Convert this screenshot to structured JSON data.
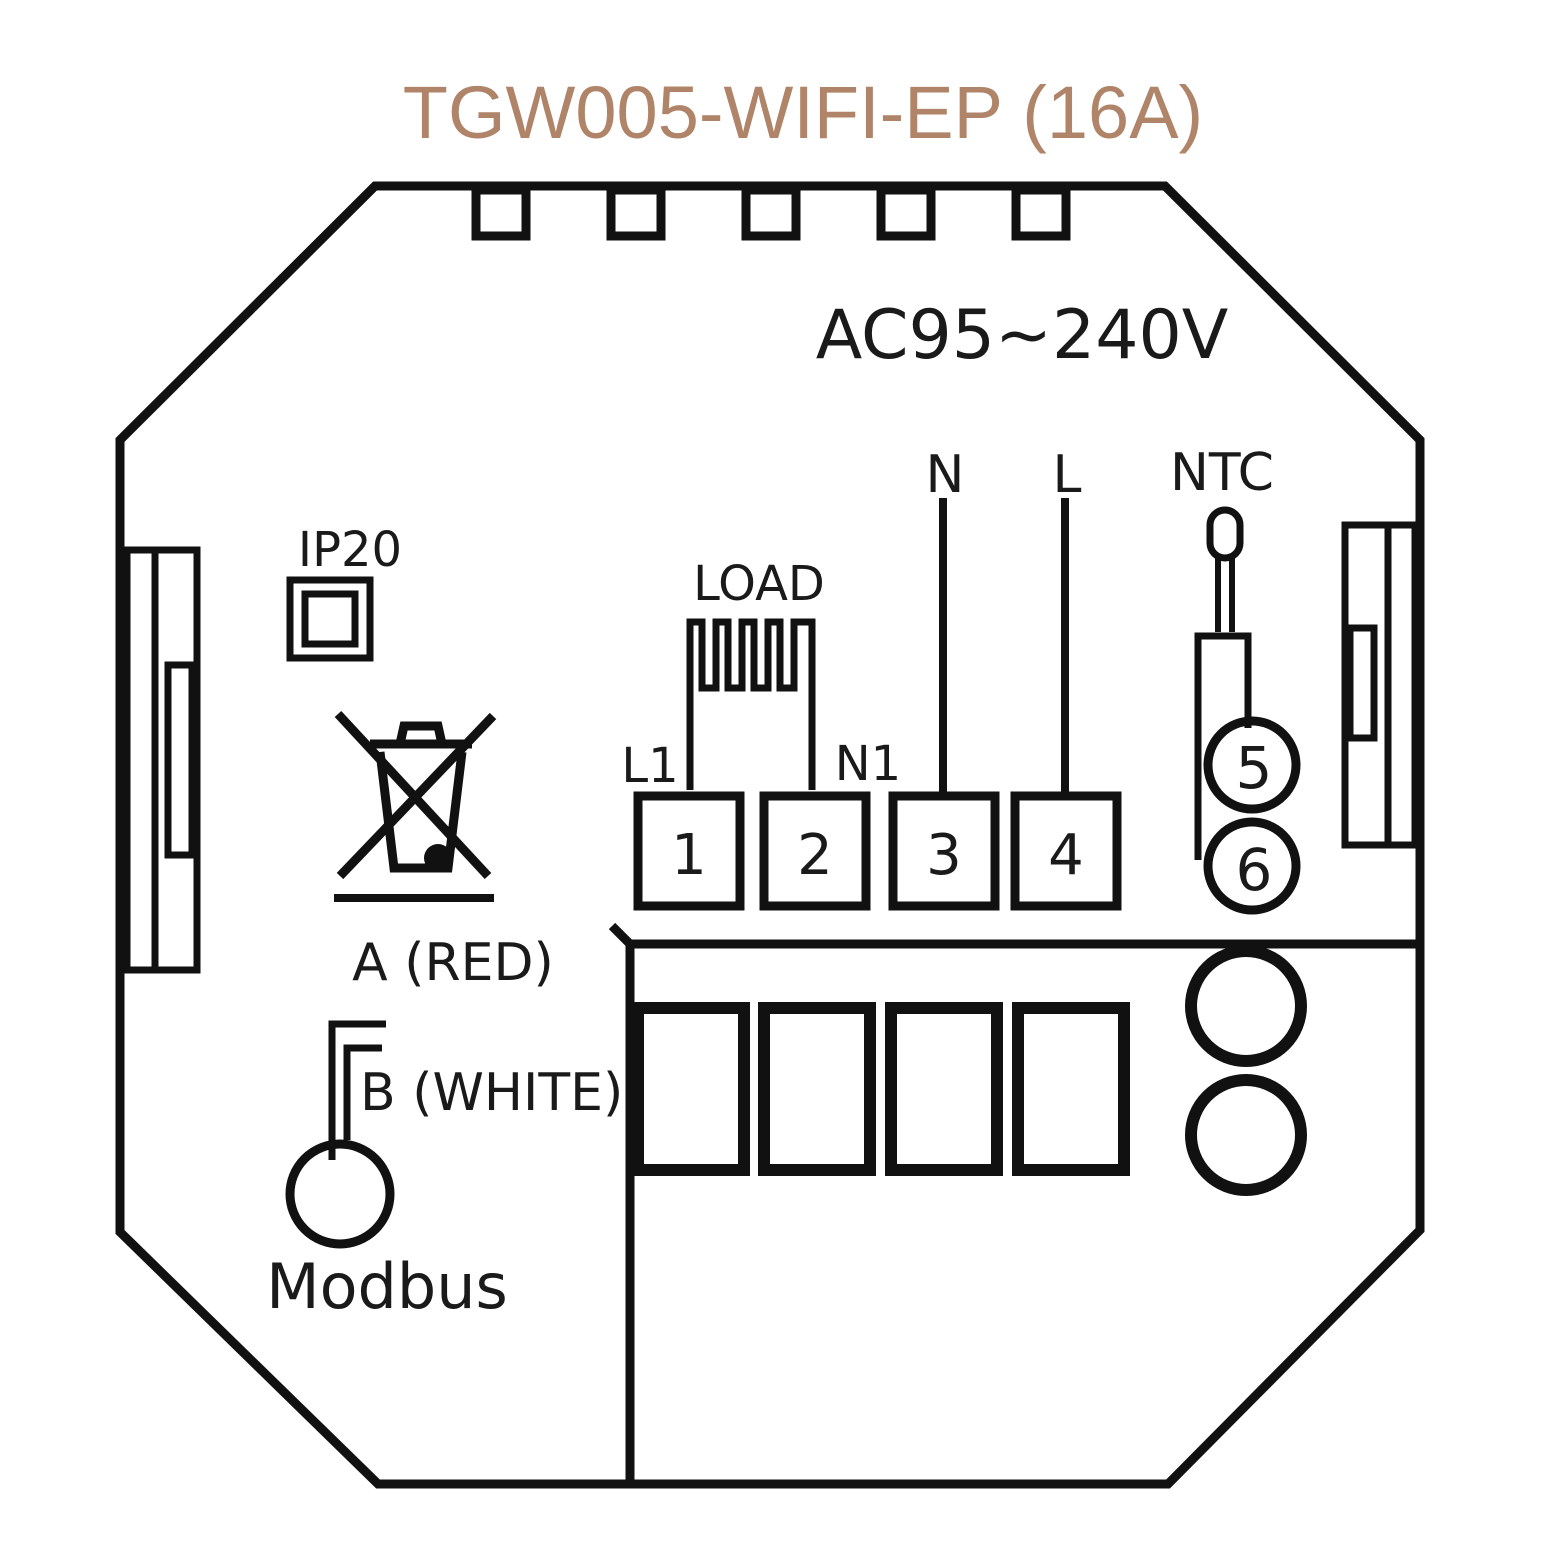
{
  "title": "TGW005-WIFI-EP (16A)",
  "voltage": "AC95~240V",
  "ip_rating": "IP20",
  "load_label": "LOAD",
  "wire_labels": {
    "l1": "L1",
    "n1": "N1",
    "n": "N",
    "l": "L",
    "ntc": "NTC"
  },
  "terminals": [
    "1",
    "2",
    "3",
    "4"
  ],
  "ntc_terminals": [
    "5",
    "6"
  ],
  "modbus": {
    "a": "A (RED)",
    "b": "B (WHITE)",
    "label": "Modbus"
  },
  "colors": {
    "title": "#b08468",
    "line": "#111111",
    "text": "#1a1a1a"
  },
  "icons": [
    "weee-crossed-bin-icon",
    "ip20-box-icon",
    "load-heater-icon",
    "ntc-sensor-icon"
  ]
}
